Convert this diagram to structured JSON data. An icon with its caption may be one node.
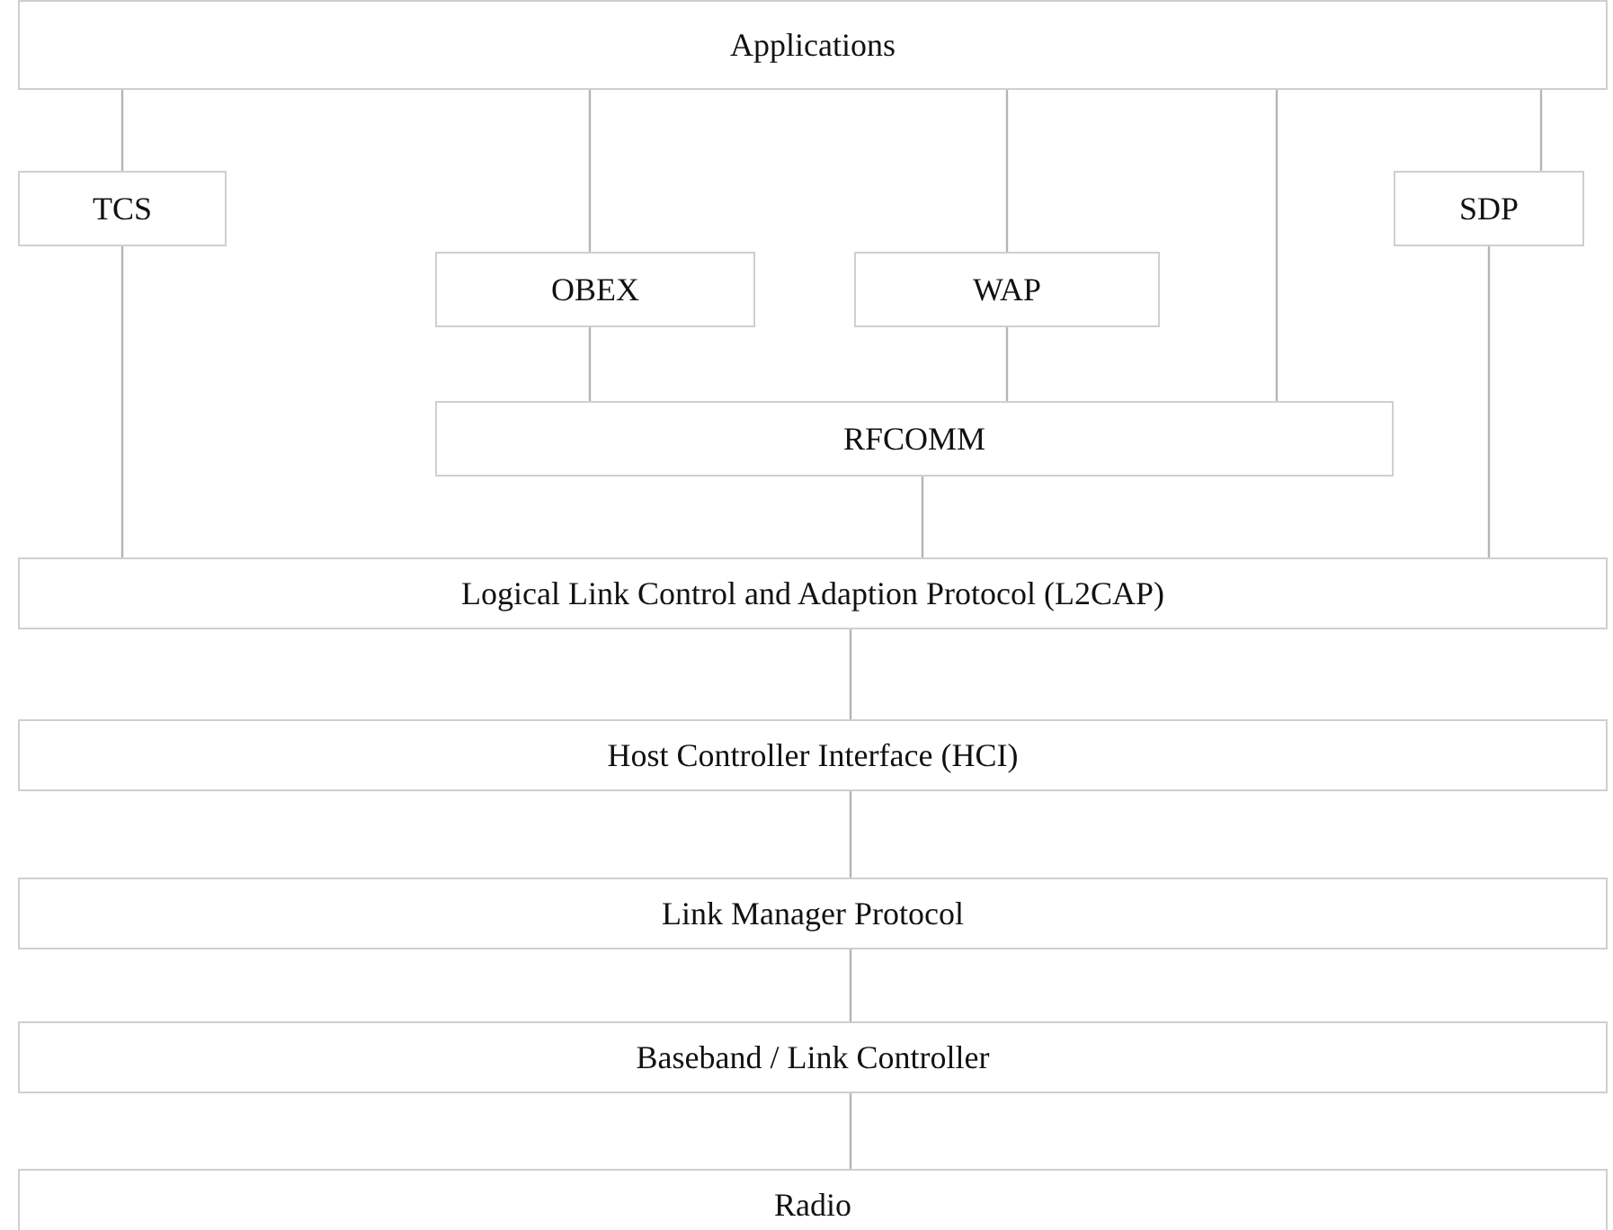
{
  "diagram": {
    "nodes": [
      {
        "text": [
          "Applications"
        ]
      },
      {
        "text": [
          "TCS"
        ]
      },
      {
        "text": [
          "SDP"
        ]
      },
      {
        "text": [
          "OBEX"
        ]
      },
      {
        "text": [
          "WAP"
        ]
      },
      {
        "text": [
          "RFCOMM"
        ]
      },
      {
        "text": [
          "Logical Link Control and Adaption Protocol (L2CAP)"
        ]
      },
      {
        "text": [
          "Host Controller Interface (HCI)"
        ]
      },
      {
        "text": [
          "Link Manager Protocol"
        ]
      },
      {
        "text": [
          "Baseband / Link Controller"
        ]
      },
      {
        "text": [
          "Radio"
        ]
      }
    ],
    "edges": [
      {
        "from": 0,
        "to": 1,
        "arrow": "none"
      },
      {
        "from": 0,
        "to": 3,
        "arrow": "none"
      },
      {
        "from": 0,
        "to": 4,
        "arrow": "none"
      },
      {
        "from": 0,
        "to": 5,
        "arrow": "none"
      },
      {
        "from": 0,
        "to": 2,
        "arrow": "none"
      },
      {
        "from": 1,
        "to": 6,
        "arrow": "none"
      },
      {
        "from": 3,
        "to": 5,
        "arrow": "none"
      },
      {
        "from": 4,
        "to": 5,
        "arrow": "none"
      },
      {
        "from": 5,
        "to": 6,
        "arrow": "none"
      },
      {
        "from": 2,
        "to": 6,
        "arrow": "none"
      },
      {
        "from": 6,
        "to": 7,
        "arrow": "none"
      },
      {
        "from": 7,
        "to": 8,
        "arrow": "none"
      },
      {
        "from": 8,
        "to": 9,
        "arrow": "none"
      },
      {
        "from": 9,
        "to": 10,
        "arrow": "none"
      }
    ]
  }
}
